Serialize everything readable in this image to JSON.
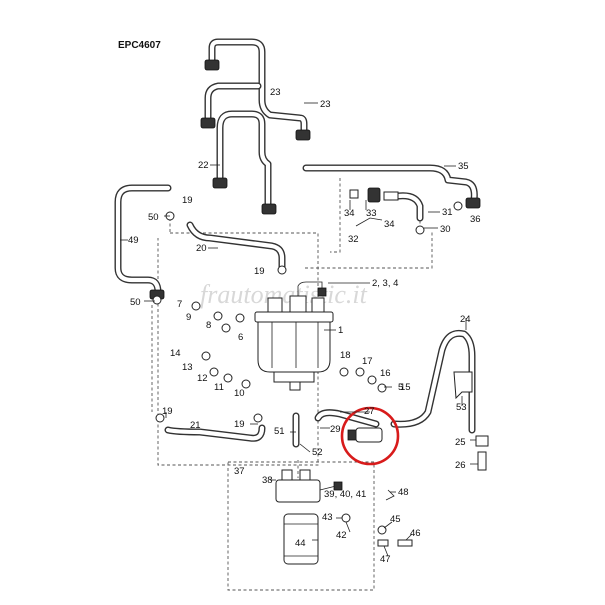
{
  "diagram": {
    "code": "EPC4607",
    "watermark": "frautomatistic.it",
    "highlight_color": "#d81b1b",
    "callouts": [
      {
        "id": "c1",
        "text": "1"
      },
      {
        "id": "c234",
        "text": "2, 3, 4"
      },
      {
        "id": "c5",
        "text": "5"
      },
      {
        "id": "c6",
        "text": "6"
      },
      {
        "id": "c7",
        "text": "7"
      },
      {
        "id": "c8",
        "text": "8"
      },
      {
        "id": "c9",
        "text": "9"
      },
      {
        "id": "c10",
        "text": "10"
      },
      {
        "id": "c11",
        "text": "11"
      },
      {
        "id": "c12",
        "text": "12"
      },
      {
        "id": "c13",
        "text": "13"
      },
      {
        "id": "c14",
        "text": "14"
      },
      {
        "id": "c15",
        "text": "15"
      },
      {
        "id": "c16",
        "text": "16"
      },
      {
        "id": "c17",
        "text": "17"
      },
      {
        "id": "c18",
        "text": "18"
      },
      {
        "id": "c19a",
        "text": "19"
      },
      {
        "id": "c19b",
        "text": "19"
      },
      {
        "id": "c19c",
        "text": "19"
      },
      {
        "id": "c19d",
        "text": "19"
      },
      {
        "id": "c20",
        "text": "20"
      },
      {
        "id": "c21",
        "text": "21"
      },
      {
        "id": "c22",
        "text": "22"
      },
      {
        "id": "c23a",
        "text": "23"
      },
      {
        "id": "c23b",
        "text": "23"
      },
      {
        "id": "c24",
        "text": "24"
      },
      {
        "id": "c25",
        "text": "25"
      },
      {
        "id": "c26",
        "text": "26"
      },
      {
        "id": "c27",
        "text": "27"
      },
      {
        "id": "c29",
        "text": "29"
      },
      {
        "id": "c30",
        "text": "30"
      },
      {
        "id": "c31",
        "text": "31"
      },
      {
        "id": "c32",
        "text": "32"
      },
      {
        "id": "c33",
        "text": "33"
      },
      {
        "id": "c34a",
        "text": "34"
      },
      {
        "id": "c34b",
        "text": "34"
      },
      {
        "id": "c35",
        "text": "35"
      },
      {
        "id": "c36",
        "text": "36"
      },
      {
        "id": "c37",
        "text": "37"
      },
      {
        "id": "c38",
        "text": "38"
      },
      {
        "id": "c394041",
        "text": "39, 40, 41"
      },
      {
        "id": "c42",
        "text": "42"
      },
      {
        "id": "c43",
        "text": "43"
      },
      {
        "id": "c44",
        "text": "44"
      },
      {
        "id": "c45",
        "text": "45"
      },
      {
        "id": "c46",
        "text": "46"
      },
      {
        "id": "c47",
        "text": "47"
      },
      {
        "id": "c48",
        "text": "48"
      },
      {
        "id": "c49",
        "text": "49"
      },
      {
        "id": "c50a",
        "text": "50"
      },
      {
        "id": "c50b",
        "text": "50"
      },
      {
        "id": "c51",
        "text": "51"
      },
      {
        "id": "c52",
        "text": "52"
      },
      {
        "id": "c53",
        "text": "53"
      }
    ]
  }
}
